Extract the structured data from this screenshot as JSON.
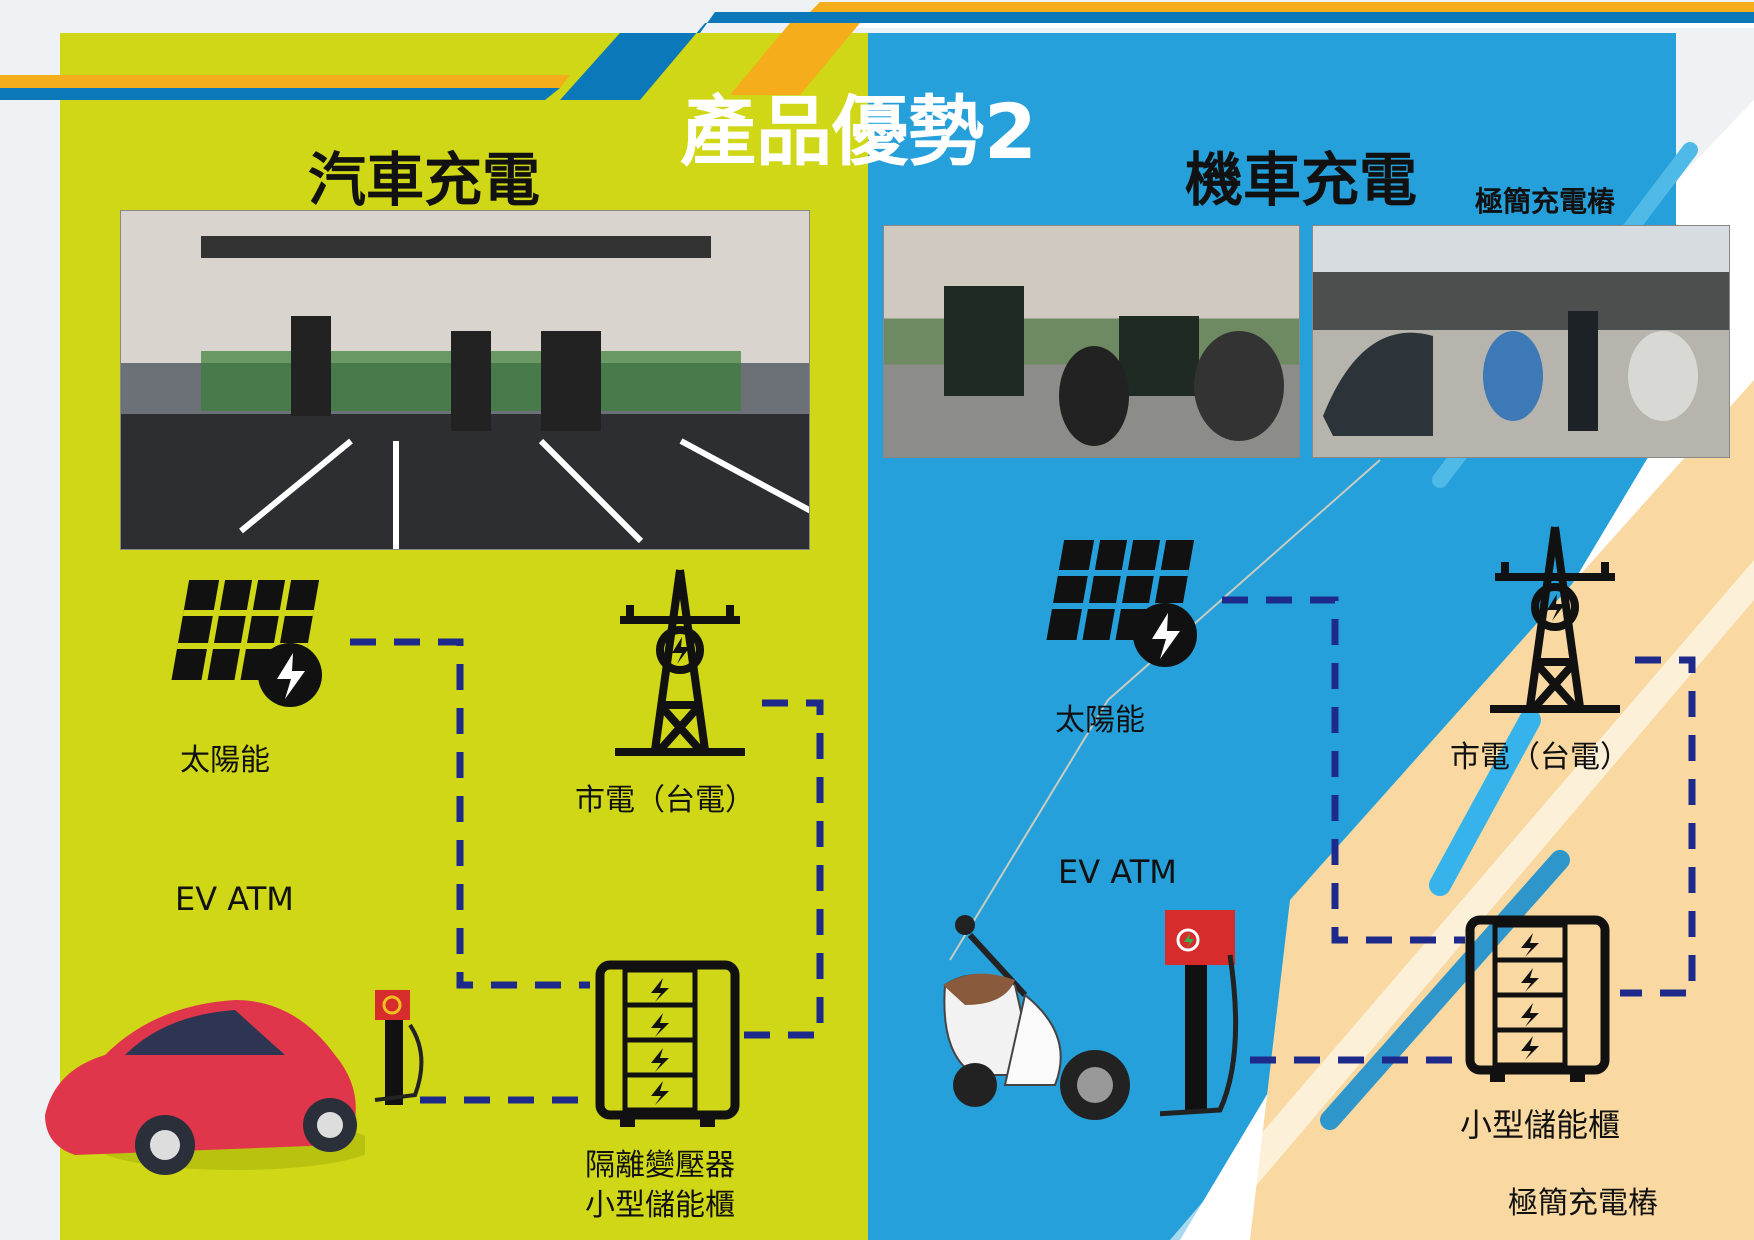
{
  "title": "產品優勢2",
  "colors": {
    "green_panel": "#cfd716",
    "blue_panel": "#26a0da",
    "navy": "#1d2a8c",
    "orange": "#f5ad1b",
    "stripe_blue": "#0b79b9",
    "tan": "#f9d9a1"
  },
  "car": {
    "heading": "汽車充電",
    "solar_label": "太陽能",
    "grid_label": "市電（台電）",
    "atm_label": "EV ATM",
    "storage_label_1": "隔離變壓器",
    "storage_label_2": "小型儲能櫃"
  },
  "scooter": {
    "heading": "機車充電",
    "photo_caption": "極簡充電樁",
    "solar_label": "太陽能",
    "grid_label": "市電（台電）",
    "atm_label": "EV ATM",
    "storage_label": "小型儲能櫃",
    "bottom_caption": "極簡充電樁"
  },
  "icons": [
    "solar-panel-icon",
    "power-tower-icon",
    "battery-cabinet-icon",
    "car-icon",
    "scooter-icon",
    "ev-charger-icon"
  ]
}
